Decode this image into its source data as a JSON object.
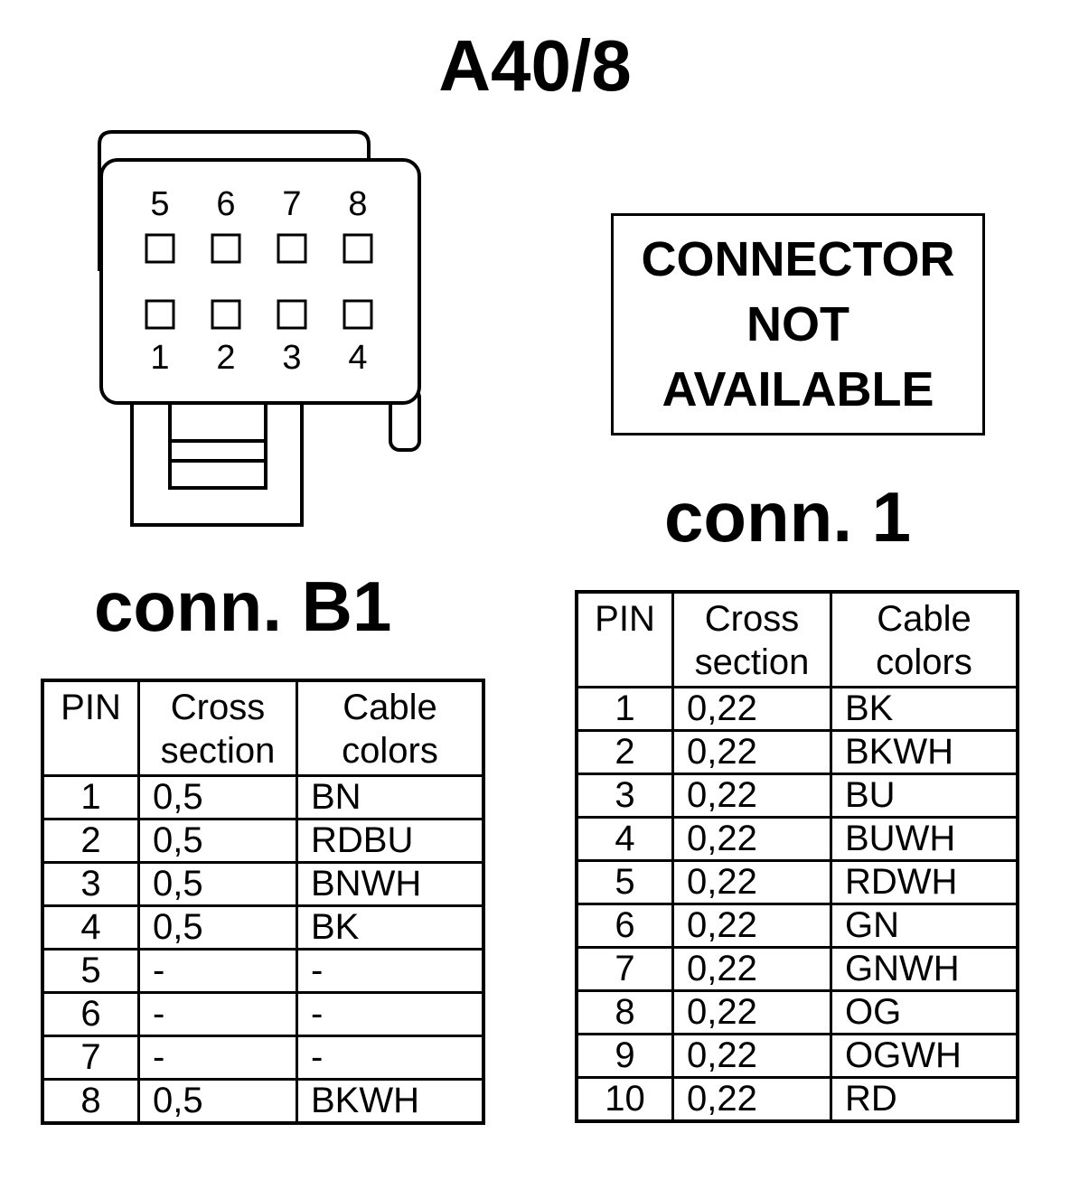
{
  "title": "A40/8",
  "connector_diagram": {
    "top_pins": [
      "5",
      "6",
      "7",
      "8"
    ],
    "bottom_pins": [
      "1",
      "2",
      "3",
      "4"
    ]
  },
  "not_available": {
    "line1": "CONNECTOR",
    "line2": "NOT",
    "line3": "AVAILABLE"
  },
  "conn_b1": {
    "label": "conn. B1",
    "headers": {
      "pin": "PIN",
      "cross_1": "Cross",
      "cross_2": "section",
      "cable_1": "Cable",
      "cable_2": "colors"
    },
    "rows": [
      {
        "pin": "1",
        "cross": "0,5",
        "color": "BN"
      },
      {
        "pin": "2",
        "cross": "0,5",
        "color": "RDBU"
      },
      {
        "pin": "3",
        "cross": "0,5",
        "color": "BNWH"
      },
      {
        "pin": "4",
        "cross": "0,5",
        "color": "BK"
      },
      {
        "pin": "5",
        "cross": "-",
        "color": "-"
      },
      {
        "pin": "6",
        "cross": "-",
        "color": "-"
      },
      {
        "pin": "7",
        "cross": "-",
        "color": "-"
      },
      {
        "pin": "8",
        "cross": "0,5",
        "color": "BKWH"
      }
    ]
  },
  "conn_1": {
    "label": "conn. 1",
    "headers": {
      "pin": "PIN",
      "cross_1": "Cross",
      "cross_2": "section",
      "cable_1": "Cable",
      "cable_2": "colors"
    },
    "rows": [
      {
        "pin": "1",
        "cross": "0,22",
        "color": "BK"
      },
      {
        "pin": "2",
        "cross": "0,22",
        "color": "BKWH"
      },
      {
        "pin": "3",
        "cross": "0,22",
        "color": "BU"
      },
      {
        "pin": "4",
        "cross": "0,22",
        "color": "BUWH"
      },
      {
        "pin": "5",
        "cross": "0,22",
        "color": "RDWH"
      },
      {
        "pin": "6",
        "cross": "0,22",
        "color": "GN"
      },
      {
        "pin": "7",
        "cross": "0,22",
        "color": "GNWH"
      },
      {
        "pin": "8",
        "cross": "0,22",
        "color": "OG"
      },
      {
        "pin": "9",
        "cross": "0,22",
        "color": "OGWH"
      },
      {
        "pin": "10",
        "cross": "0,22",
        "color": "RD"
      }
    ]
  }
}
